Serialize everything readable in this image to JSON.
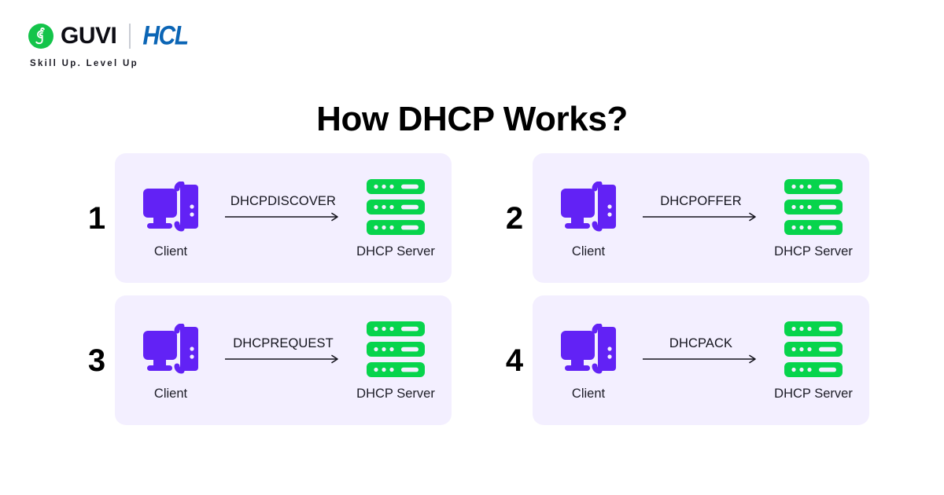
{
  "brand": {
    "logo_icon": "guvi-g-mark-icon",
    "name": "GUVI",
    "partner": "HCL",
    "tagline": "Skill Up. Level Up",
    "accent_green": "#14c44a",
    "partner_blue": "#0b65b5"
  },
  "title": "How DHCP Works?",
  "colors": {
    "card_background": "#f3efff",
    "client_purple": "#6222f5",
    "server_green": "#07d44c",
    "text_dark": "#1d1d27",
    "page_background": "#ffffff"
  },
  "steps": [
    {
      "number": "1",
      "message": "DHCPDISCOVER",
      "source_label": "Client",
      "source_icon": "desktop-computer-icon",
      "target_label": "DHCP Server",
      "target_icon": "server-rack-icon",
      "arrow_icon": "arrow-right-icon"
    },
    {
      "number": "2",
      "message": "DHCPOFFER",
      "source_label": "Client",
      "source_icon": "desktop-computer-icon",
      "target_label": "DHCP Server",
      "target_icon": "server-rack-icon",
      "arrow_icon": "arrow-right-icon"
    },
    {
      "number": "3",
      "message": "DHCPREQUEST",
      "source_label": "Client",
      "source_icon": "desktop-computer-icon",
      "target_label": "DHCP Server",
      "target_icon": "server-rack-icon",
      "arrow_icon": "arrow-right-icon"
    },
    {
      "number": "4",
      "message": "DHCPACK",
      "source_label": "Client",
      "source_icon": "desktop-computer-icon",
      "target_label": "DHCP Server",
      "target_icon": "server-rack-icon",
      "arrow_icon": "arrow-right-icon"
    }
  ]
}
